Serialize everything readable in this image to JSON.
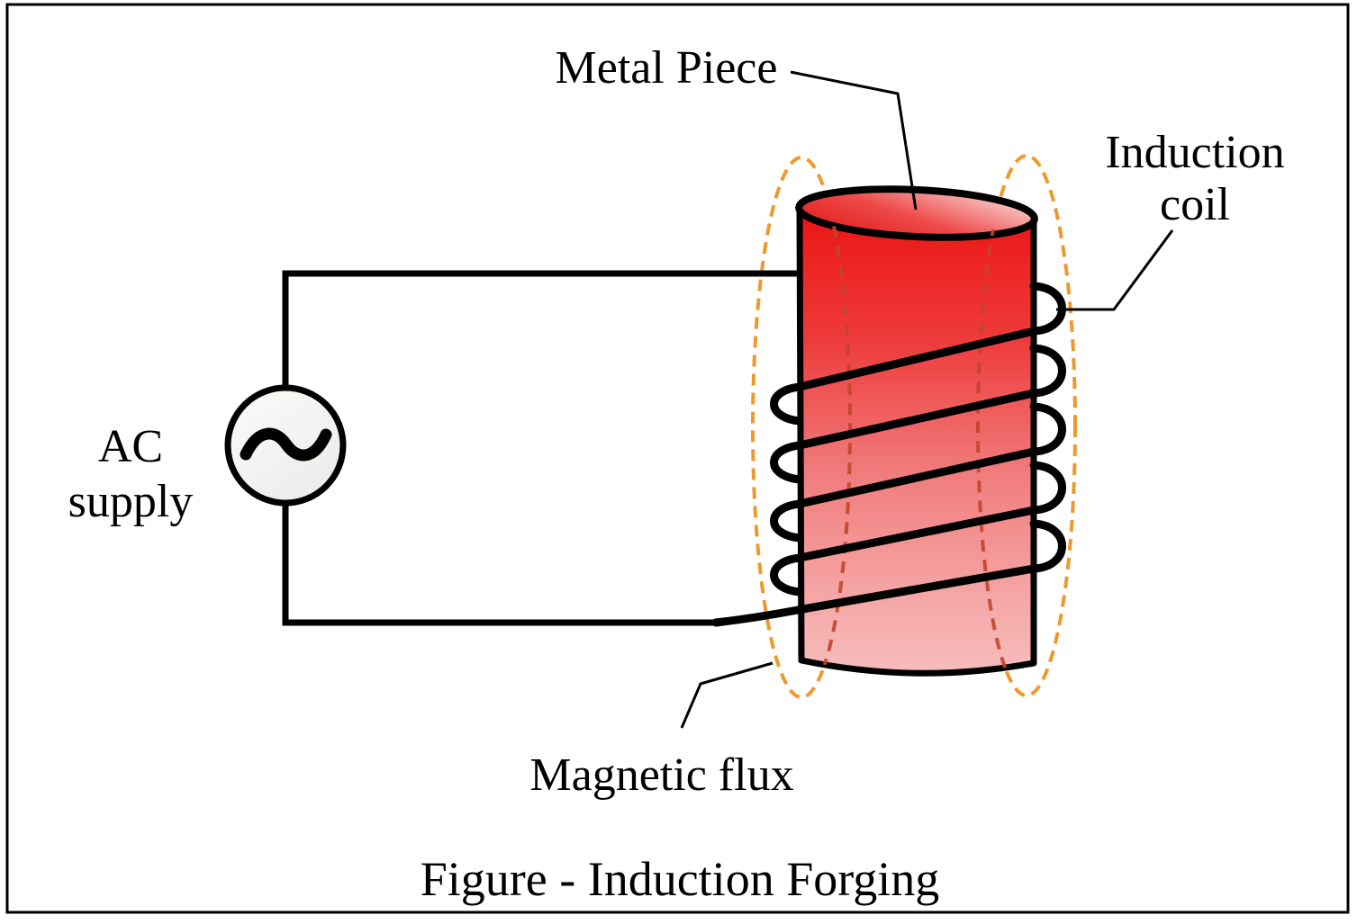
{
  "figure": {
    "caption": "Figure - Induction Forging",
    "labels": {
      "metal_piece": "Metal Piece",
      "induction_coil": {
        "line1": "Induction",
        "line2": "coil"
      },
      "ac_supply": {
        "line1": "AC",
        "line2": "supply"
      },
      "magnetic_flux": "Magnetic flux"
    },
    "icons": {
      "ac_source": "sine-wave-icon"
    },
    "colors": {
      "outline_black": "#000000",
      "metal_red_top": "#ec1414",
      "metal_pink_bottom": "#f6bcbc",
      "flux_orange": "#ee992e",
      "flux_inside_metal_red": "#c2452a",
      "ac_source_fill": "#f4f4f2",
      "background": "#ffffff"
    }
  }
}
